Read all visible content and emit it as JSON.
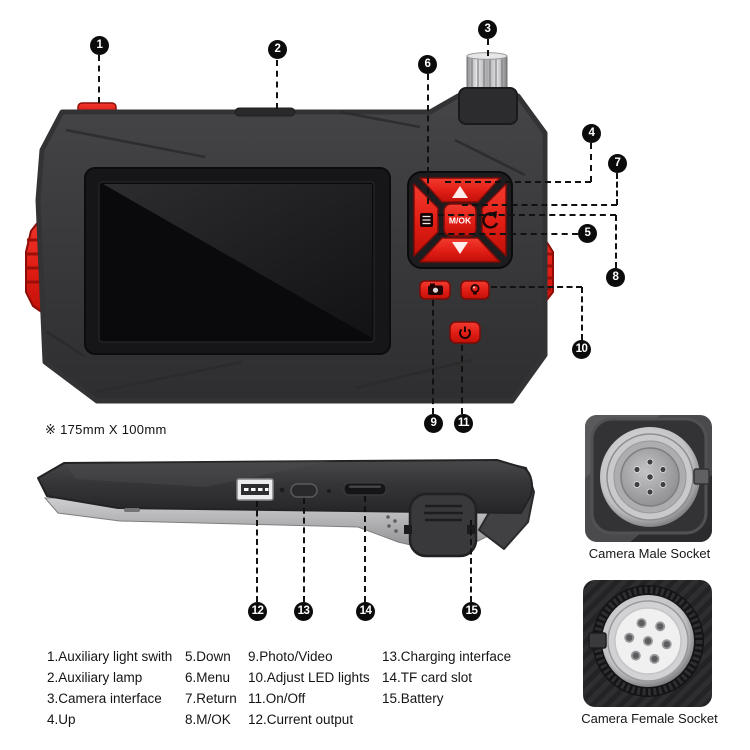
{
  "note": "※ 175mm X 100mm",
  "callouts": [
    "1",
    "2",
    "3",
    "4",
    "5",
    "6",
    "7",
    "8",
    "9",
    "10",
    "11",
    "12",
    "13",
    "14",
    "15"
  ],
  "device_front": {
    "dpad_center_label": "M/OK"
  },
  "sockets": {
    "male_label": "Camera Male Socket",
    "female_label": "Camera Female Socket"
  },
  "legend": {
    "columns": [
      {
        "items": [
          "1.Auxiliary light swith",
          "2.Auxiliary lamp",
          "3.Camera interface",
          "4.Up"
        ]
      },
      {
        "items": [
          "5.Down",
          "6.Menu",
          "7.Return",
          "8.M/OK"
        ]
      },
      {
        "items": [
          "9.Photo/Video",
          "10.Adjust LED lights",
          "11.On/Off",
          "12.Current output"
        ]
      },
      {
        "items": [
          "13.Charging interface",
          "14.TF card slot",
          "15.Battery"
        ]
      }
    ]
  },
  "icons": {
    "up-arrow-icon": "▲",
    "down-arrow-icon": "▼",
    "menu-icon": "☰",
    "return-icon": "↻",
    "camera-icon": "camera-shape",
    "led-icon": "bulb-shape",
    "power-icon": "⏻",
    "callout-marker": "numbered-black-circle"
  },
  "colors": {
    "accent_red": "#e9241c",
    "accent_red_dark": "#b5120c",
    "body_gray": "#39393b",
    "screen_black": "#0a0a0c",
    "callout_black": "#0b0b0b",
    "page_bg": "#ffffff"
  }
}
